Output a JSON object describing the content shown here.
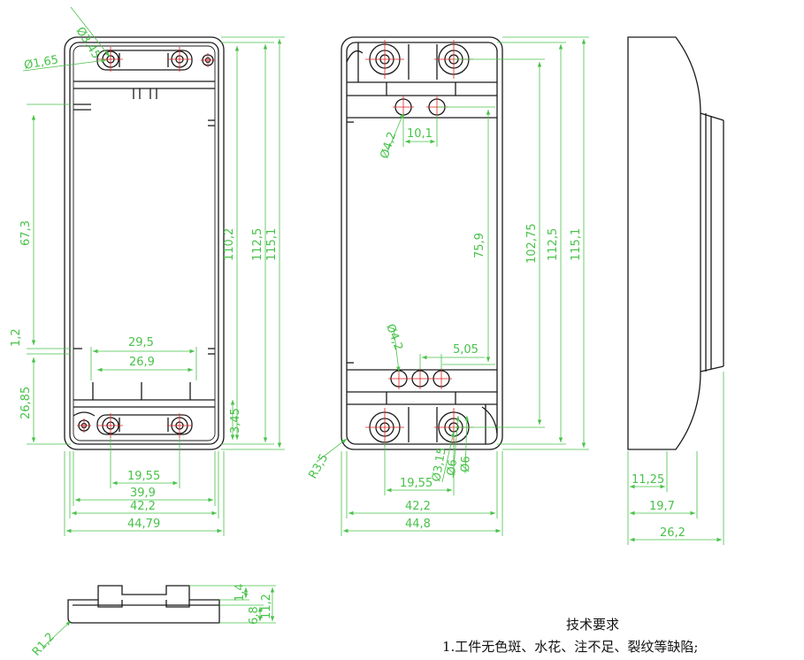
{
  "drawing": {
    "colors": {
      "outline": "#1a1a1a",
      "dimension": "#49c24a",
      "centerline": "#e0201f"
    },
    "left_view": {
      "dims": {
        "d345": "Ø3,45",
        "d165": "Ø1,65",
        "v673": "67,3",
        "v12": "1,2",
        "v2685": "26,85",
        "h295": "29,5",
        "h269": "26,9",
        "v1102": "110,2",
        "v1125": "112,5",
        "v1151": "115,1",
        "v345": "3,45",
        "h1955": "19,55",
        "h399": "39,9",
        "h422": "42,2",
        "h4479": "44,79"
      }
    },
    "middle_view": {
      "dims": {
        "d42a": "Ø4,2",
        "h101": "10,1",
        "v759": "75,9",
        "v10275": "102,75",
        "v1125": "112,5",
        "v1151": "115,1",
        "d42b": "Ø4,2",
        "h505": "5,05",
        "r35": "R3,5",
        "h1955": "19,55",
        "d315": "Ø3,15",
        "d6a": "Ø6",
        "d6b": "Ø6",
        "h422": "42,2",
        "h448": "44,8"
      }
    },
    "right_view": {
      "dims": {
        "h1125": "11,25",
        "h197": "19,7",
        "h262": "26,2"
      }
    },
    "bottom_view": {
      "dims": {
        "v14": "1,4",
        "v68": "6,8",
        "v112": "11,2",
        "r12": "R1,2"
      }
    },
    "notes": {
      "title": "技术要求",
      "line1": "1.工件无色斑、水花、注不足、裂纹等缺陷;"
    }
  }
}
